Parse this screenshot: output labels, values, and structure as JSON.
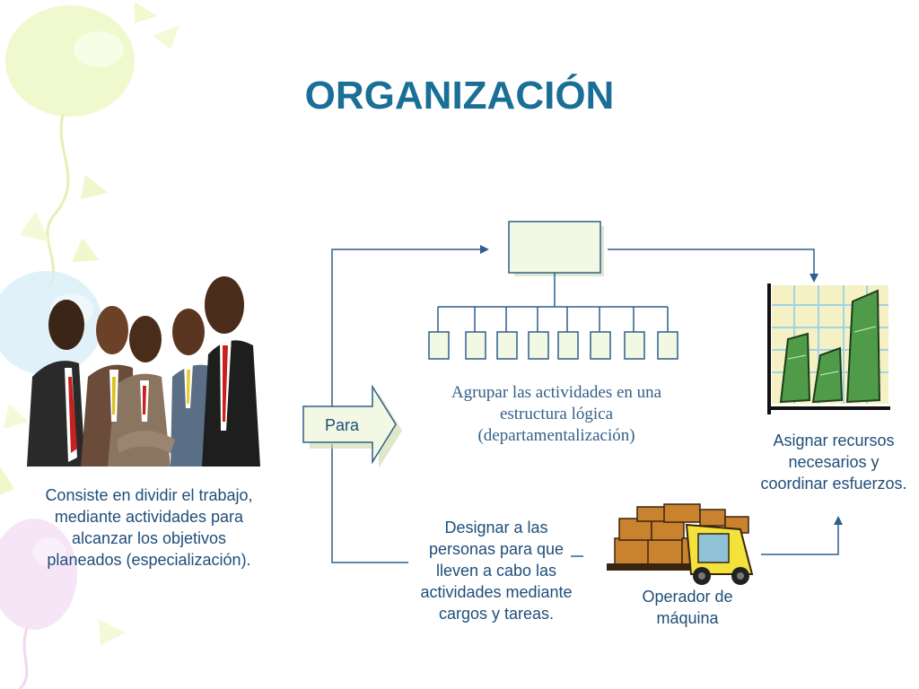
{
  "slide": {
    "title": "ORGANIZACIÓN",
    "description": "Consiste en dividir el trabajo, mediante actividades para alcanzar los objetivos planeados (especialización).",
    "arrow_label": "Para",
    "group_activities": "Agrupar las actividades en una estructura lógica (departamentalización)",
    "assign_people": "Designar a las personas para que lleven a cabo las actividades mediante cargos y tareas.",
    "assign_resources": "Asignar recursos necesarios y coordinar esfuerzos.",
    "machine_operator": "Operador de máquina"
  },
  "icons": [
    "balloons-decoration",
    "business-people-clipart",
    "org-chart-icon",
    "bar-chart-money-icon",
    "forklift-boxes-icon"
  ],
  "colors": {
    "title": "#1a6f96",
    "text": "#1f4e79",
    "connector": "#2f5f8a",
    "box_fill": "#f3f8e4"
  }
}
